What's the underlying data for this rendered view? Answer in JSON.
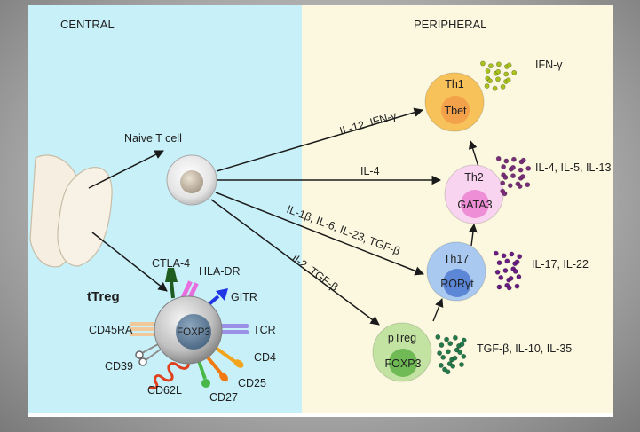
{
  "diagram": {
    "headers": {
      "central": "CENTRAL",
      "peripheral": "PERIPHERAL"
    },
    "naive_cell": {
      "label": "Naive T cell"
    },
    "ttreg": {
      "title": "tTreg",
      "nucleus": "FOXP3",
      "markers": {
        "ctla4": "CTLA-4",
        "hladr": "HLA-DR",
        "gitr": "GITR",
        "tcr": "TCR",
        "cd4": "CD4",
        "cd25": "CD25",
        "cd27": "CD27",
        "cd62l": "CD62L",
        "cd39": "CD39",
        "cd45ra": "CD45RA"
      },
      "marker_colors": {
        "ctla4": "#1f5c1f",
        "hladr": "#e86ee0",
        "gitr": "#1f35e6",
        "tcr": "#9b8fe8",
        "cd4": "#f2a51c",
        "cd25": "#f07a10",
        "cd27": "#49b848",
        "cd62l": "#e0401e",
        "cd39": "#8c8c8c",
        "cd45ra": "#f0c89a"
      }
    },
    "arrows": {
      "th1": "IL-12, IFN-γ",
      "th2": "IL-4",
      "th17": "IL-1β, IL-6, IL-23, TGF-β",
      "ptreg": "Il-2, TGF-β"
    },
    "cells": {
      "th1": {
        "name": "Th1",
        "factor": "Tbet",
        "cytokines": "IFN-γ"
      },
      "th2": {
        "name": "Th2",
        "factor": "GATA3",
        "cytokines": "IL-4, IL-5, IL-13"
      },
      "th17": {
        "name": "Th17",
        "factor": "RORγt",
        "cytokines": "IL-17, IL-22"
      },
      "ptreg": {
        "name": "pTreg",
        "factor": "FOXP3",
        "cytokines": "TGF-β, IL-10, IL-35"
      }
    },
    "colors": {
      "central_bg": "#c8f0f8",
      "peripheral_bg": "#fbf8df",
      "th1_outer": "#f7c25a",
      "th1_inner": "#f3a14a",
      "th2_outer": "#f9d4f0",
      "th2_inner": "#ee8ed6",
      "th17_outer": "#a9c9f0",
      "th17_inner": "#5b87d6",
      "ptreg_outer": "#c2e3a2",
      "ptreg_inner": "#6fba55",
      "ifn_dots": "#aac21c",
      "th2_dots": "#7a2e7a",
      "th17_dots": "#6a1c85",
      "ptreg_dots": "#217a4a"
    }
  }
}
